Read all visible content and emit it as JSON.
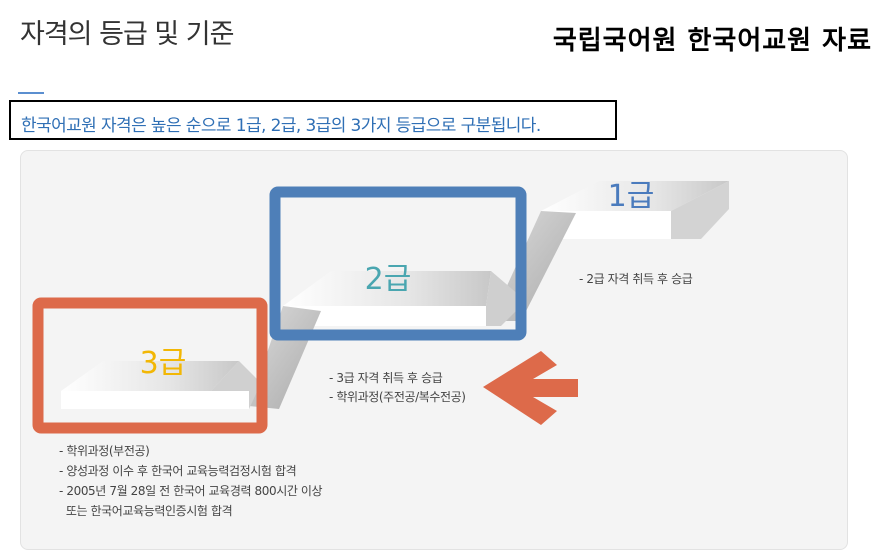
{
  "header": {
    "title": "자격의 등급 및 기준",
    "source_label": "국립국어원 한국어교원 자료"
  },
  "intro": {
    "text": "한국어교원 자격은 높은 순으로 1급, 2급, 3급의 3가지 등급으로 구분됩니다."
  },
  "levels": {
    "level1": {
      "label": "1급",
      "color": "#4a7bbd",
      "requirements": [
        "- 2급 자격 취득 후 승급"
      ]
    },
    "level2": {
      "label": "2급",
      "color": "#4aa6b0",
      "requirements": [
        "- 3급 자격 취득 후 승급",
        "- 학위과정(주전공/복수전공)"
      ]
    },
    "level3": {
      "label": "3급",
      "color": "#f2b705",
      "requirements": [
        "- 학위과정(부전공)",
        "- 양성과정 이수 후 한국어 교육능력검정시험 합격",
        "- 2005년 7월 28일 전 한국어 교육경력 800시간 이상",
        "  또는 한국어교육능력인증시험 합격"
      ]
    }
  },
  "colors": {
    "highlight_blue": "#4e7fb8",
    "highlight_orange": "#dd6a4a",
    "arrow": "#dd6a4a"
  },
  "icons": {
    "arrow": "left-arrow-icon"
  }
}
